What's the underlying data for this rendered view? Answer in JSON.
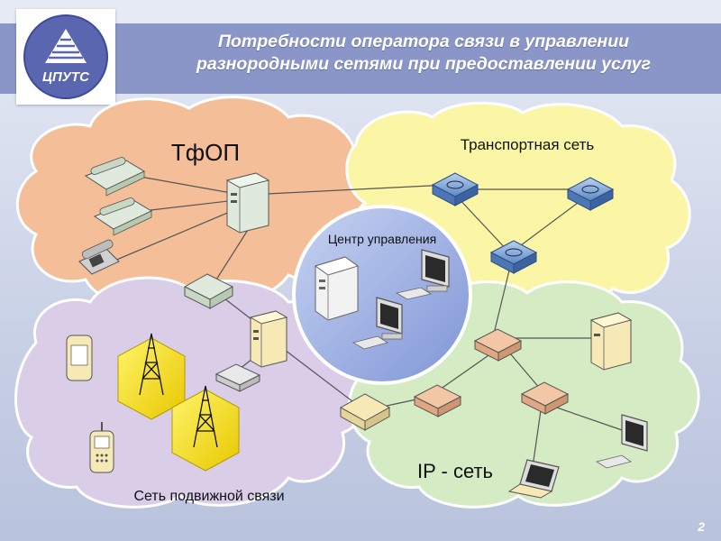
{
  "header": {
    "logo_text": "ЦПУТС",
    "title_line1": "Потребности оператора связи в управлении",
    "title_line2": "разнородными сетями при предоставлении услуг"
  },
  "networks": {
    "pstn": "ТфОП",
    "transport": "Транспортная сеть",
    "control_center": "Центр управления",
    "mobile": "Сеть подвижной связи",
    "ip": "IP - сеть"
  },
  "colors": {
    "pstn_cloud": "#f4bf98",
    "transport_cloud": "#fbf6a6",
    "mobile_cloud": "#d9cde8",
    "ip_cloud": "#d4ebc4",
    "control_circle": "#9aaee0",
    "header_band": "#8a96c8"
  },
  "page_number": "2"
}
